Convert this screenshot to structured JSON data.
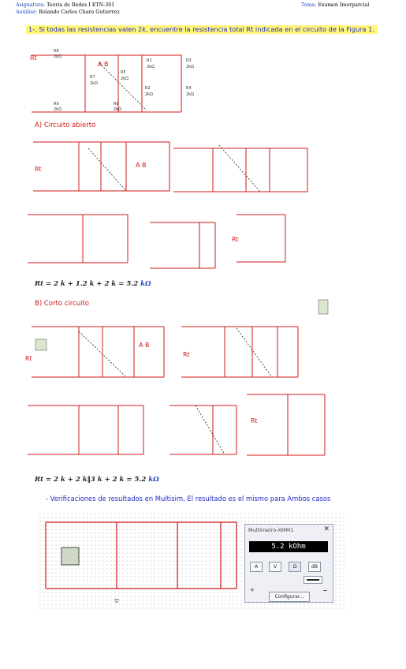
{
  "header": {
    "subject_label": "Asignatura:",
    "subject_value": "Teoria de Redes I   ETN-301",
    "assistant_label": "Auxiliar:",
    "assistant_value": "Rolando Carlos Chara Gutierrez",
    "topic_label": "Tema:",
    "topic_value": "Examen Imerparcial"
  },
  "question": "1-. Si todas las resistencias valen 2k, encuentre  la resistencia total Rt indicada en el circuito de la Figura 1.",
  "section_a": "A) Circuito abierto",
  "section_b": "B) Corto circuito",
  "equation_a": {
    "expr": "Rt = 2 k + 1.2 k + 2 k = 5.2 ",
    "unit": "kΩ"
  },
  "equation_b": {
    "expr": "Rt = 2 k + 2 k‖3 k + 2 k = 5.2 ",
    "unit": "kΩ"
  },
  "verification": "- Verificaciones  de  resultados  en Multisim, El resultado es el mismo para Ambos casos",
  "multimeter": {
    "title": "Multímetro-XMM1",
    "reading": "5.2 kOhm",
    "buttons": [
      "A",
      "V",
      "Ω",
      "dB"
    ],
    "selected": "Ω",
    "settings_label": "Configurar...",
    "plus": "+",
    "minus": "−",
    "close": "✕"
  },
  "colors": {
    "wire": "#d01818",
    "blue_text": "#2228c8",
    "highlight": "#fff67a"
  }
}
